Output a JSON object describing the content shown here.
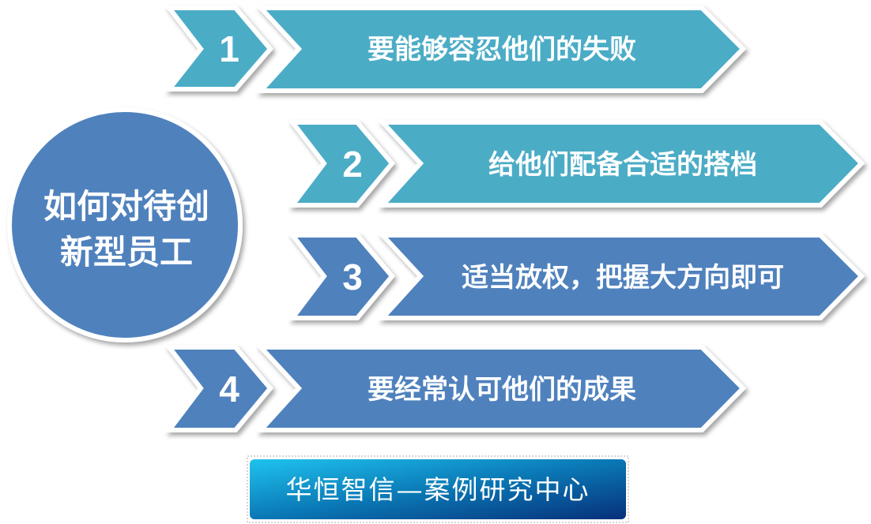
{
  "center": {
    "line1": "如何对待创",
    "line2": "新型员工"
  },
  "items": [
    {
      "number": "1",
      "text": "要能够容忍他们的失败",
      "color": "#4BACC6"
    },
    {
      "number": "2",
      "text": "给他们配备合适的搭档",
      "color": "#4BACC6"
    },
    {
      "number": "3",
      "text": "适当放权，把握大方向即可",
      "color": "#4F81BD"
    },
    {
      "number": "4",
      "text": "要经常认可他们的成果",
      "color": "#4F81BD"
    }
  ],
  "footer": {
    "text": "华恒智信—案例研究中心"
  },
  "colors": {
    "circle": "#4F81BD"
  }
}
